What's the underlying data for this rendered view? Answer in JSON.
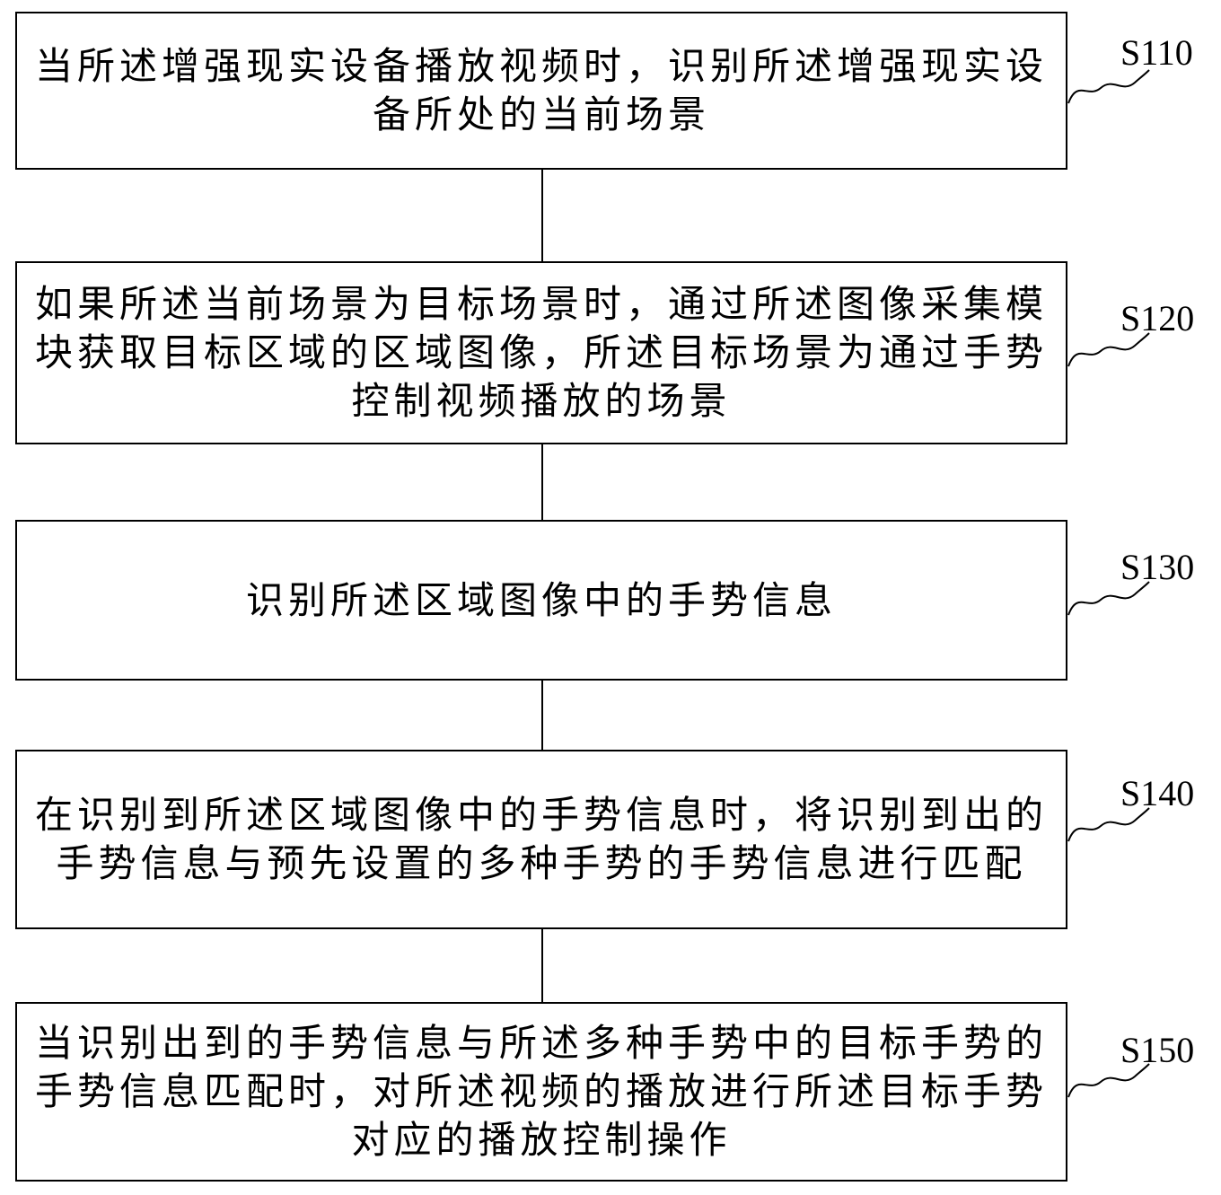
{
  "steps": [
    {
      "id": "S110",
      "label": "S110",
      "text": "当所述增强现实设备播放视频时，识别所述增强现实设备所处的当前场景"
    },
    {
      "id": "S120",
      "label": "S120",
      "text": "如果所述当前场景为目标场景时，通过所述图像采集模块获取目标区域的区域图像，所述目标场景为通过手势控制视频播放的场景"
    },
    {
      "id": "S130",
      "label": "S130",
      "text": "识别所述区域图像中的手势信息"
    },
    {
      "id": "S140",
      "label": "S140",
      "text": "在识别到所述区域图像中的手势信息时，将识别到出的手势信息与预先设置的多种手势的手势信息进行匹配"
    },
    {
      "id": "S150",
      "label": "S150",
      "text": "当识别出到的手势信息与所述多种手势中的目标手势的手势信息匹配时，对所述视频的播放进行所述目标手势对应的播放控制操作"
    }
  ]
}
